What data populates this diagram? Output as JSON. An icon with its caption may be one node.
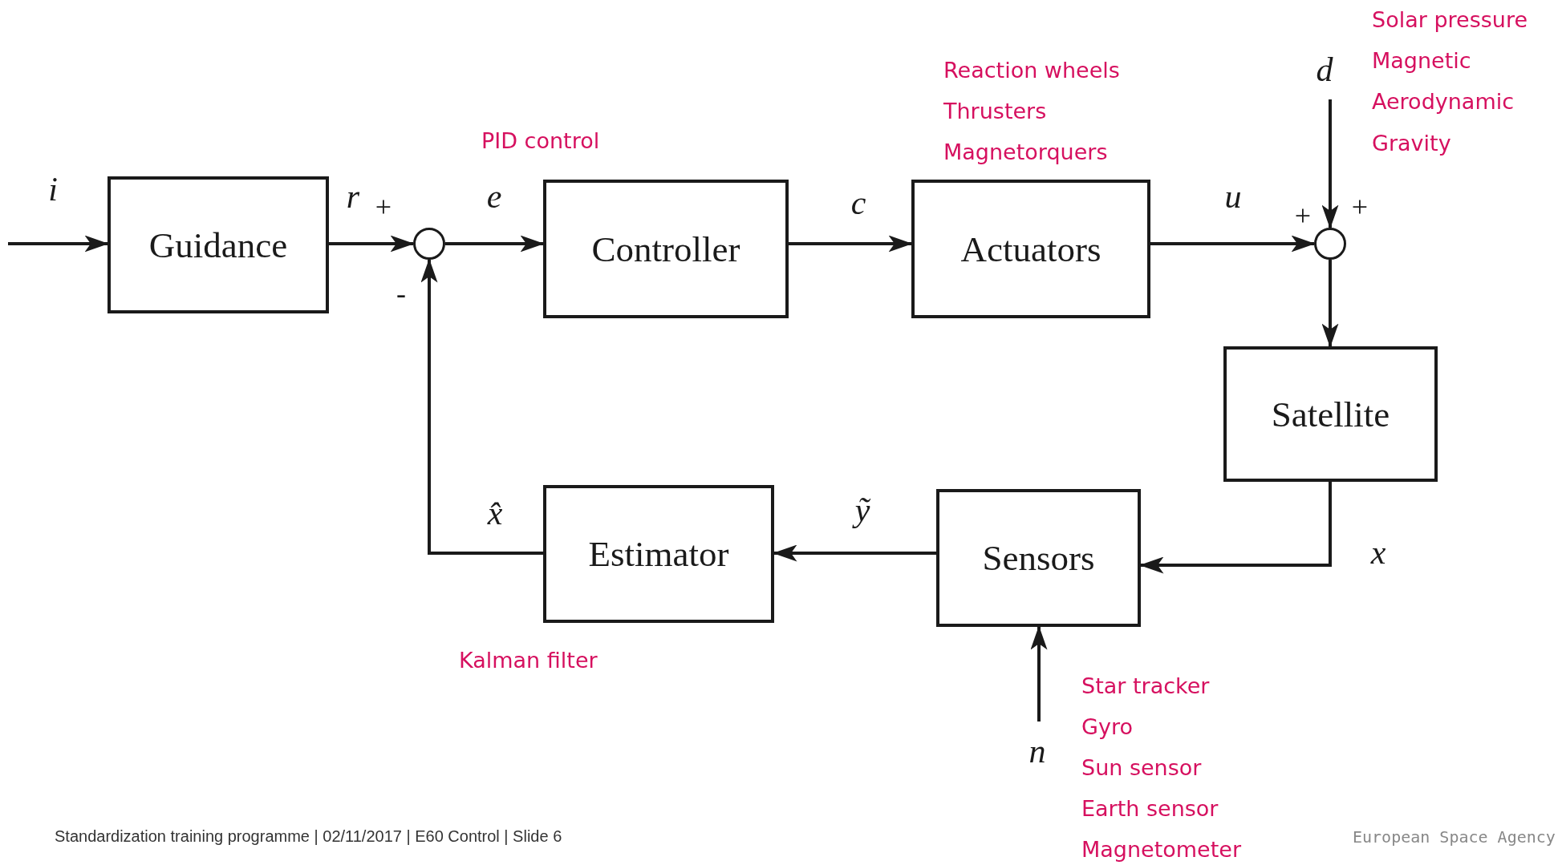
{
  "diagram": {
    "nodes": [
      {
        "text": [
          "Guidance"
        ]
      },
      {
        "text": [],
        "shape": "circle"
      },
      {
        "text": [
          "Controller"
        ],
        "beside": [
          "PID control"
        ]
      },
      {
        "text": [
          "Actuators"
        ],
        "beside": [
          "Reaction wheels",
          "Thrusters",
          "Magnetorquers"
        ]
      },
      {
        "text": [],
        "shape": "circle"
      },
      {
        "text": [
          "Satellite"
        ]
      },
      {
        "text": [
          "Sensors"
        ],
        "beside": [
          "Star tracker",
          "Gyro",
          "Sun sensor",
          "Earth sensor",
          "Magnetometer"
        ]
      },
      {
        "text": [
          "Estimator"
        ],
        "beside": [
          "Kalman filter"
        ]
      }
    ],
    "edges": [
      {
        "from": null,
        "to": 0,
        "arrow": "to",
        "label": "i"
      },
      {
        "from": 0,
        "to": 1,
        "arrow": "to",
        "label": "r"
      },
      {
        "from": 1,
        "to": 2,
        "arrow": "to",
        "label": "e"
      },
      {
        "from": 2,
        "to": 3,
        "arrow": "to",
        "label": "c"
      },
      {
        "from": 3,
        "to": 4,
        "arrow": "to",
        "label": "u"
      },
      {
        "from": null,
        "to": 4,
        "arrow": "to",
        "label": "d"
      },
      {
        "from": 4,
        "to": 5,
        "arrow": "to"
      },
      {
        "from": 5,
        "to": 6,
        "arrow": "to",
        "label": "x"
      },
      {
        "from": 6,
        "to": 7,
        "arrow": "to",
        "label": "ỹ"
      },
      {
        "from": 7,
        "to": 1,
        "arrow": "to",
        "label": "x̂"
      },
      {
        "from": null,
        "to": 6,
        "arrow": "to",
        "label": "n"
      }
    ],
    "labels": [
      "+",
      "-",
      "+",
      "+",
      "Solar pressure",
      "Magnetic",
      "Aerodynamic",
      "Gravity",
      "Standardization training programme | 02/11/2017 | E60 Control | Slide 6",
      "European Space Agency"
    ]
  }
}
